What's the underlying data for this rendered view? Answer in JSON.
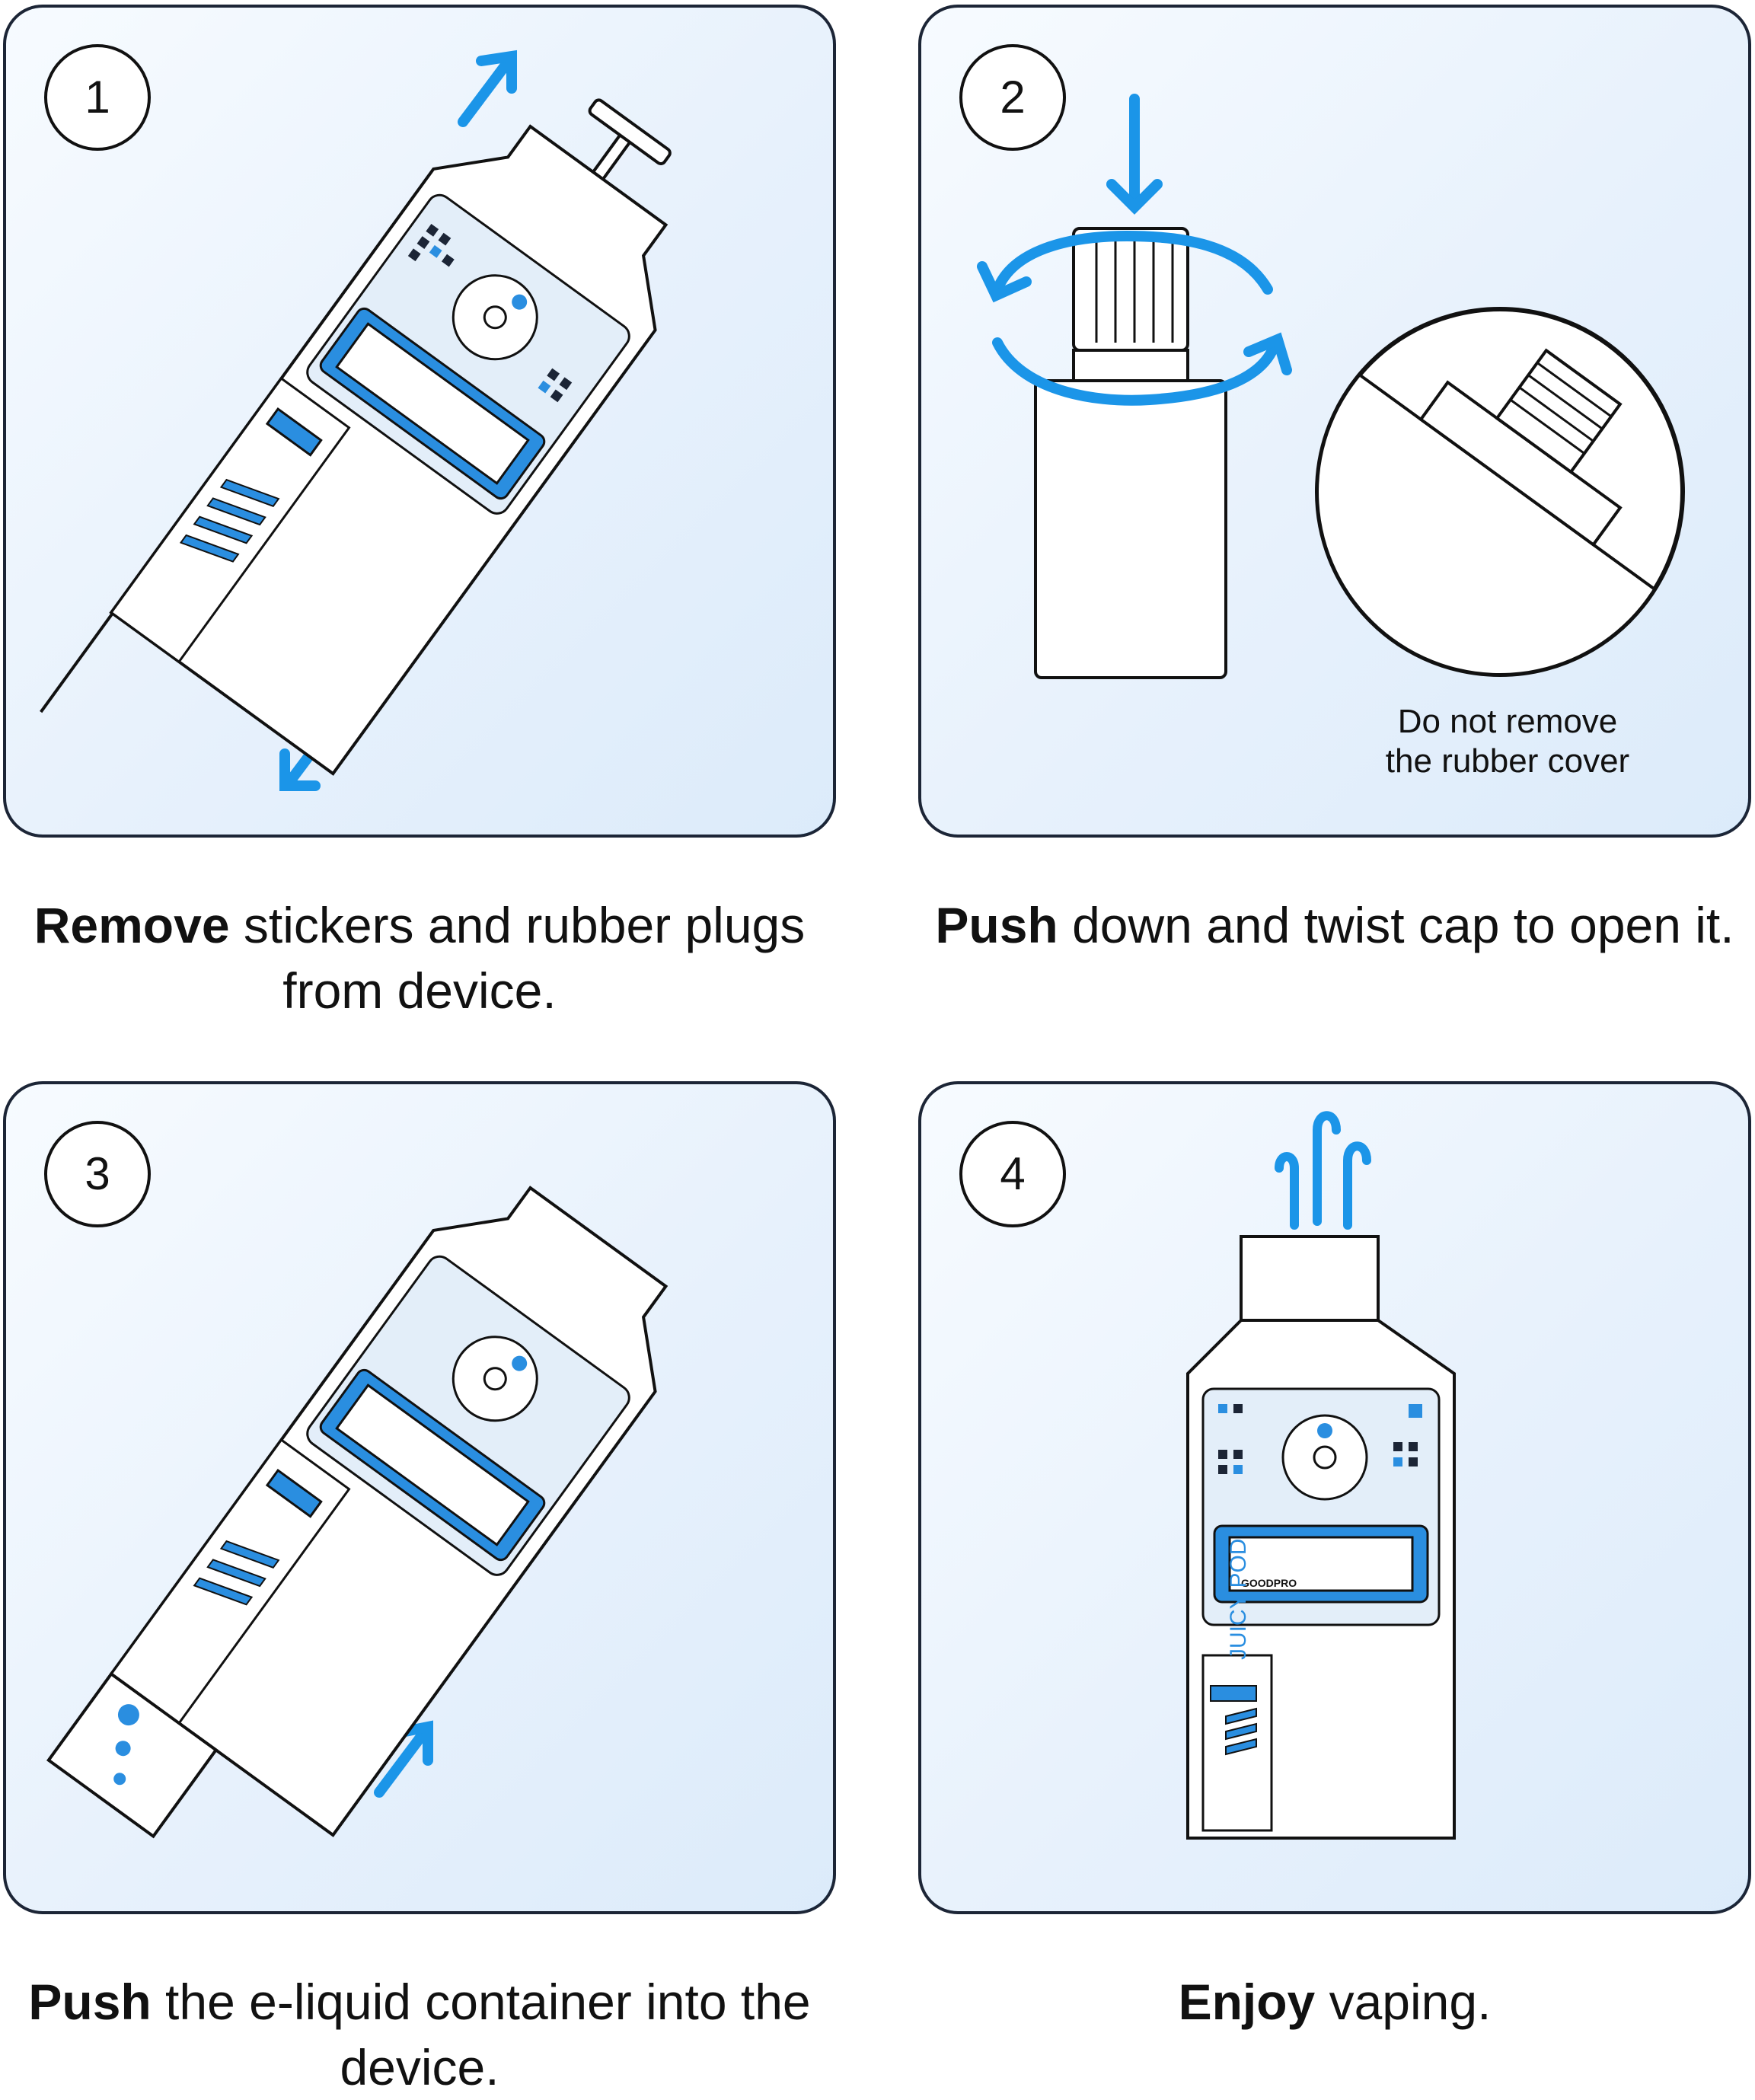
{
  "steps": [
    {
      "number": "1",
      "caption_bold": "Remove",
      "caption_text": " stickers and rubber plugs from device."
    },
    {
      "number": "2",
      "caption_bold": "Push",
      "caption_text": " down and twist cap to open it.",
      "note_line1": "Do not remove",
      "note_line2": "the rubber cover"
    },
    {
      "number": "3",
      "caption_bold": "Push",
      "caption_text": " the e-liquid container into the device."
    },
    {
      "number": "4",
      "caption_bold": "Enjoy",
      "caption_text": " vaping."
    }
  ],
  "device": {
    "brand_label": "GOODPRO",
    "product_label": "JUICY POD"
  },
  "colors": {
    "accent": "#1b95e8",
    "outline": "#1c2536",
    "panel_bg": "#e7f1fc",
    "screen_blue": "#2a8ee0"
  }
}
